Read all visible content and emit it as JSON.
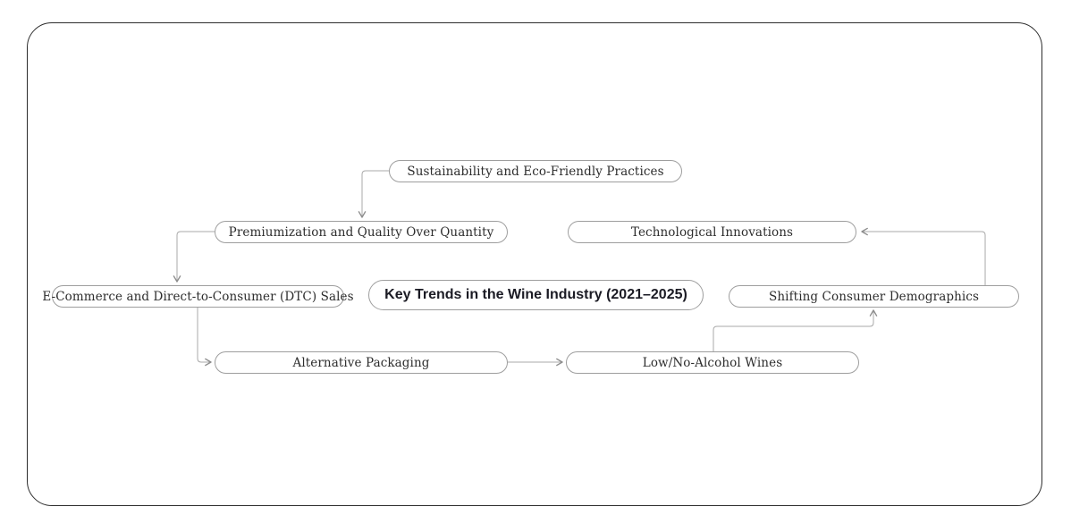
{
  "diagram": {
    "type": "mindmap-flow",
    "background": "#ffffff"
  },
  "center": {
    "label": "Key Trends in the Wine Industry (2021–2025)"
  },
  "nodes": {
    "sustainability": {
      "label": "Sustainability and Eco-Friendly Practices"
    },
    "premiumization": {
      "label": "Premiumization and Quality Over Quantity"
    },
    "technological": {
      "label": "Technological Innovations"
    },
    "ecommerce": {
      "label": "E-Commerce and Direct-to-Consumer (DTC) Sales"
    },
    "shifting": {
      "label": "Shifting Consumer Demographics"
    },
    "alternative": {
      "label": "Alternative Packaging"
    },
    "lowno": {
      "label": "Low/No-Alcohol Wines"
    }
  },
  "edges": [
    {
      "from": "sustainability",
      "to": "premiumization",
      "arrow_at": "premiumization-top"
    },
    {
      "from": "premiumization",
      "to": "ecommerce",
      "arrow_at": "ecommerce-top"
    },
    {
      "from": "ecommerce",
      "to": "alternative",
      "arrow_at": "alternative-left"
    },
    {
      "from": "alternative",
      "to": "lowno",
      "arrow_at": "lowno-left"
    },
    {
      "from": "lowno",
      "to": "shifting",
      "arrow_at": "shifting-bottom"
    },
    {
      "from": "shifting",
      "to": "technological",
      "arrow_at": "technological-right"
    }
  ],
  "colors": {
    "node_border": "#9e9e9e",
    "node_fill": "#ffffff",
    "node_text": "#2d2d2d",
    "center_text": "#1b1b24",
    "connector": "#a9a9a9",
    "arrowhead": "#8c8c8c",
    "frame_border": "#2d2d2d",
    "background": "#ffffff"
  }
}
